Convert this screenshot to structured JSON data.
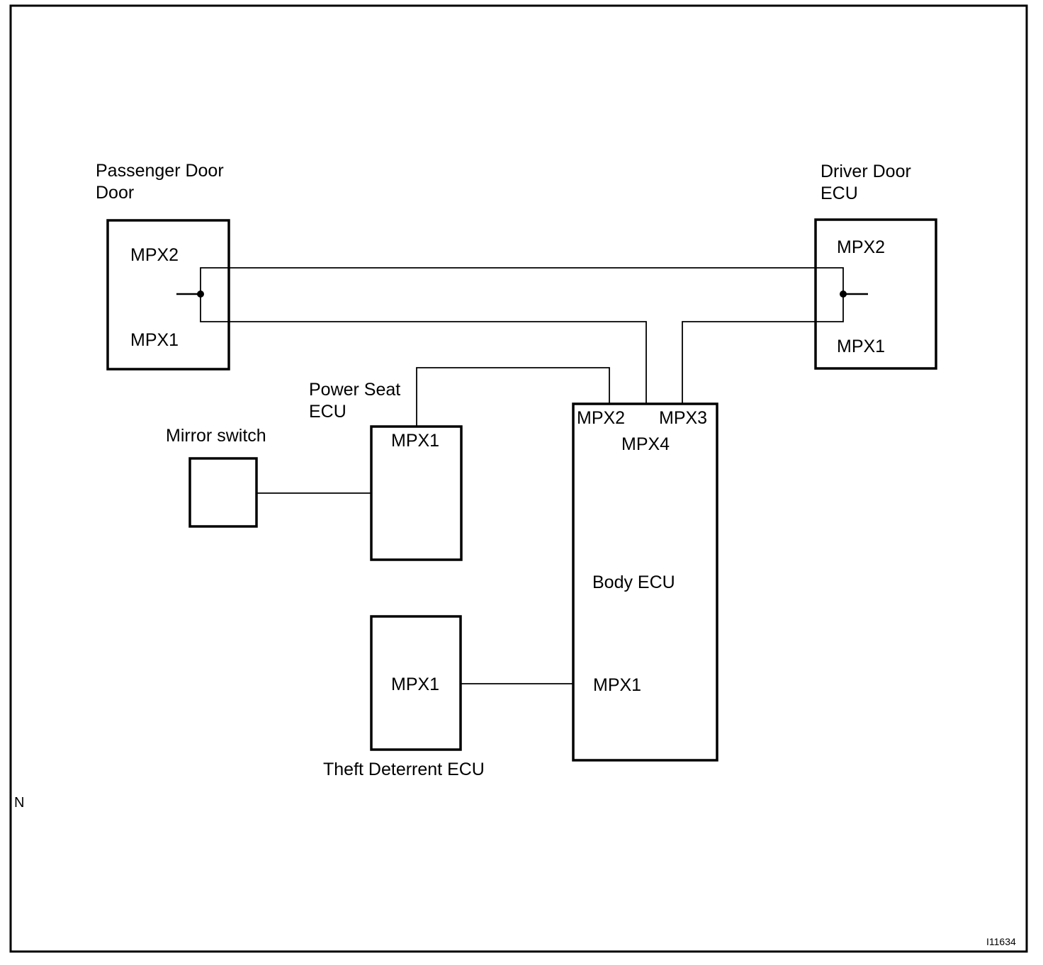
{
  "diagram": {
    "title": "Multiplex communication network wiring",
    "figure_id": "I11634",
    "corner_mark": "N",
    "components": {
      "passenger_door": {
        "label_line1": "Passenger Door",
        "label_line2": "Door",
        "ports": [
          "MPX2",
          "MPX1"
        ]
      },
      "driver_door": {
        "label_line1": "Driver Door",
        "label_line2": "ECU",
        "ports": [
          "MPX2",
          "MPX1"
        ]
      },
      "power_seat": {
        "label_line1": "Power Seat",
        "label_line2": "ECU",
        "ports": [
          "MPX1"
        ]
      },
      "mirror_switch": {
        "label": "Mirror switch"
      },
      "body_ecu": {
        "label": "Body ECU",
        "ports": [
          "MPX2",
          "MPX3",
          "MPX4",
          "MPX1"
        ]
      },
      "theft_deterrent": {
        "label": "Theft Deterrent ECU",
        "ports": [
          "MPX1"
        ]
      }
    },
    "connections": [
      {
        "from": "Passenger Door MPX2",
        "to": "Driver Door MPX2"
      },
      {
        "from": "Passenger Door MPX1",
        "to": "Body ECU MPX4"
      },
      {
        "from": "Driver Door MPX1",
        "to": "Body ECU MPX3"
      },
      {
        "from": "Power Seat ECU MPX1",
        "to": "Body ECU MPX2"
      },
      {
        "from": "Mirror switch",
        "to": "Power Seat ECU"
      },
      {
        "from": "Theft Deterrent ECU MPX1",
        "to": "Body ECU MPX1"
      }
    ]
  }
}
